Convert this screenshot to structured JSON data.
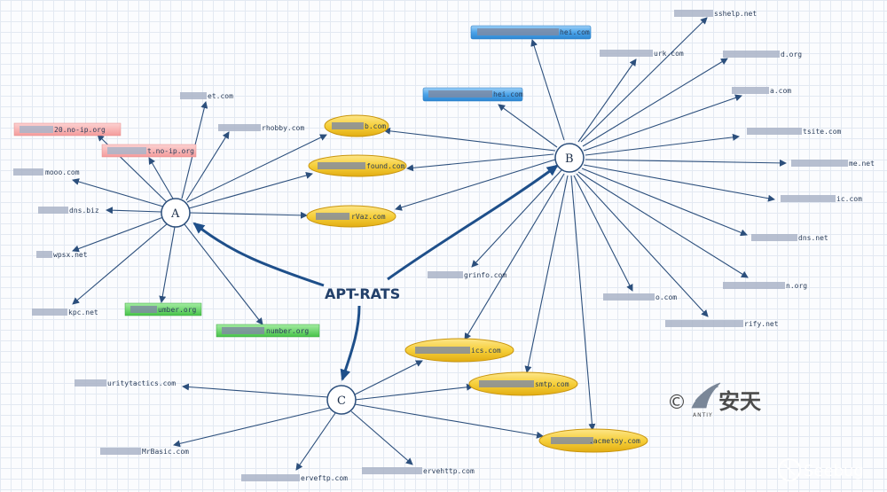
{
  "title": "APT-RATS",
  "hubs": {
    "a": "A",
    "b": "B",
    "c": "C"
  },
  "labels": {
    "a1": "et.com",
    "a2": "rhobby.com",
    "a3": "20.no-ip.org",
    "a4": "t.no-ip.org",
    "a5": "mooo.com",
    "a6": "dns.biz",
    "a7": "wpsx.net",
    "a8": "kpc.net",
    "a9": "umber.org",
    "a10": "number.org",
    "m1": "b.com",
    "m2": "found.com",
    "m3": "rVaz.com",
    "b1": "sshelp.net",
    "b2": "hei.com",
    "b3": "urk.com",
    "b4": "d.org",
    "b5": "hei.com",
    "b6": "a.com",
    "b7": "tsite.com",
    "b8": "me.net",
    "b9": "ic.com",
    "b10": "dns.net",
    "b11": "n.org",
    "b12": "rify.net",
    "b13": "o.com",
    "b14": "grinfo.com",
    "y1": "ics.com",
    "y2": "smtp.com",
    "y3": ".acmetoy.com",
    "c1": "uritytactics.com",
    "c2": "MrBasic.com",
    "c3": "erveftp.com",
    "c4": "ervehttp.com"
  },
  "brand": {
    "cn": "安天",
    "en": "ANTIY",
    "copyright": "©"
  },
  "watermark": {
    "text": "Seebug"
  },
  "colors": {
    "edge": "#2c4f7c",
    "main_edge": "#1e4f8a",
    "pink_box": "#f7a9a9",
    "green_box": "#59cf5b",
    "blue_box": "#4ba3e8",
    "yellow_ellipse": "#f6cf3a"
  }
}
